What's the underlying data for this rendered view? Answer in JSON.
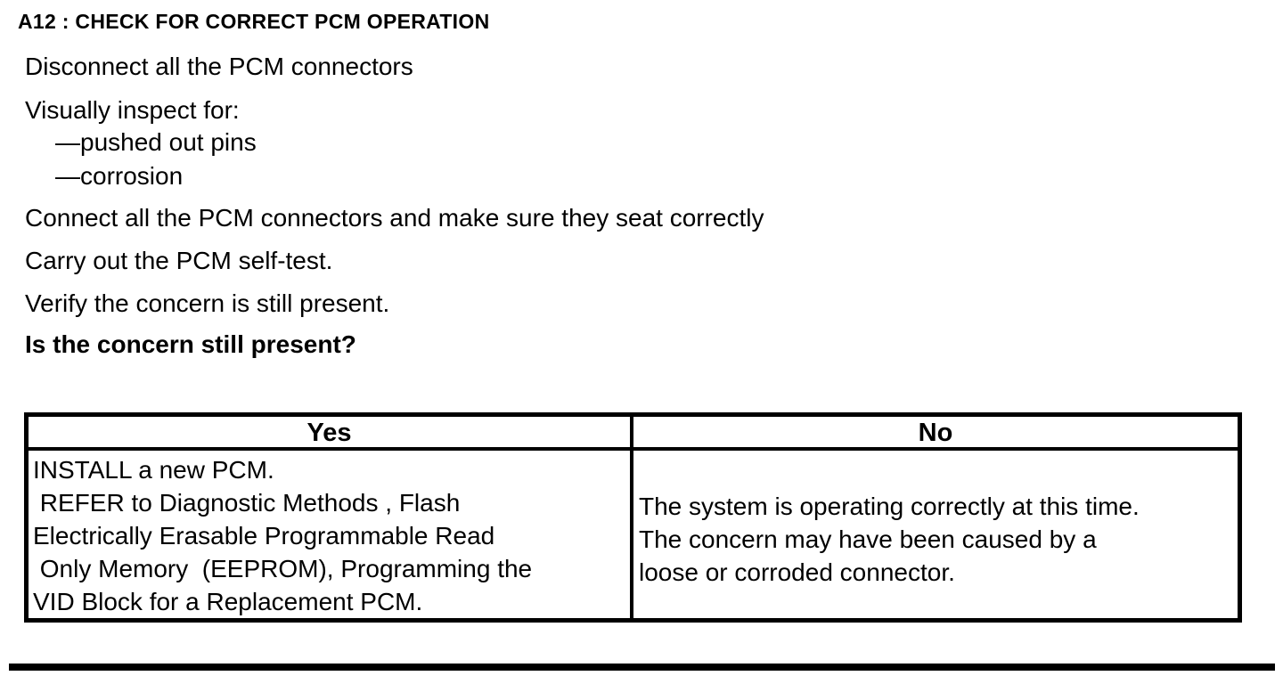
{
  "document": {
    "heading": "A12 : CHECK FOR CORRECT PCM OPERATION",
    "steps": [
      "Disconnect all the PCM connectors",
      "Visually inspect for:",
      "—pushed out pins",
      "—corrosion",
      "Connect all the PCM connectors and make sure they seat correctly",
      "Carry out the PCM self-test.",
      "Verify the concern is still present.",
      "Is the concern still present?"
    ],
    "decision_table": {
      "yes_header": "Yes",
      "no_header": "No",
      "yes_lines": [
        "INSTALL a new PCM.",
        " REFER to Diagnostic Methods , Flash",
        "Electrically Erasable Programmable Read",
        " Only Memory  (EEPROM), Programming the",
        "VID Block for a Replacement PCM."
      ],
      "no_lines": [
        "The system is operating correctly at this time.",
        "The concern may have been caused by a",
        "loose or corroded connector."
      ]
    }
  }
}
